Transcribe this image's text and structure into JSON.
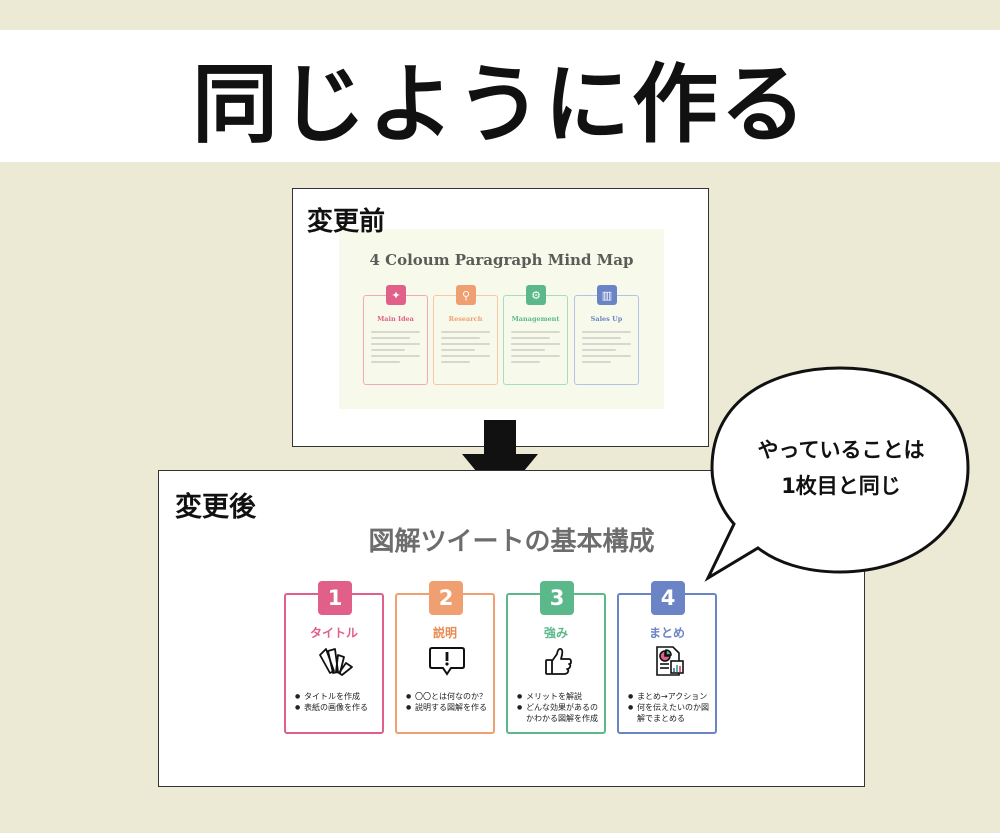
{
  "header": {
    "title": "同じように作る"
  },
  "before": {
    "tag": "変更前",
    "slide_title": "4 Coloum Paragraph Mind Map",
    "cards": [
      {
        "label": "Main Idea",
        "color": "#e0608a"
      },
      {
        "label": "Research",
        "color": "#f0a070"
      },
      {
        "label": "Management",
        "color": "#5bb88a"
      },
      {
        "label": "Sales Up",
        "color": "#6b84c6"
      }
    ]
  },
  "after": {
    "tag": "変更後",
    "slide_title": "図解ツイートの基本構成",
    "cards": [
      {
        "number": "1",
        "label": "タイトル",
        "color": "#e0608a",
        "icon": "fan-cards-icon",
        "bullets": [
          "タイトルを作成",
          "表紙の画像を作る"
        ]
      },
      {
        "number": "2",
        "label": "説明",
        "color": "#f0a070",
        "icon": "exclamation-speech-icon",
        "bullets": [
          "〇〇とは何なのか？",
          "説明する図解を作る"
        ]
      },
      {
        "number": "3",
        "label": "強み",
        "color": "#5bb88a",
        "icon": "thumbs-up-icon",
        "bullets": [
          "メリットを解説",
          "どんな効果があるのかわかる図解を作成"
        ]
      },
      {
        "number": "4",
        "label": "まとめ",
        "color": "#6b84c6",
        "icon": "report-chart-icon",
        "bullets": [
          "まとめ→アクション",
          "何を伝えたいのか図解でまとめる"
        ]
      }
    ]
  },
  "bubble": {
    "line1": "やっていることは",
    "line2": "1枚目と同じ"
  }
}
